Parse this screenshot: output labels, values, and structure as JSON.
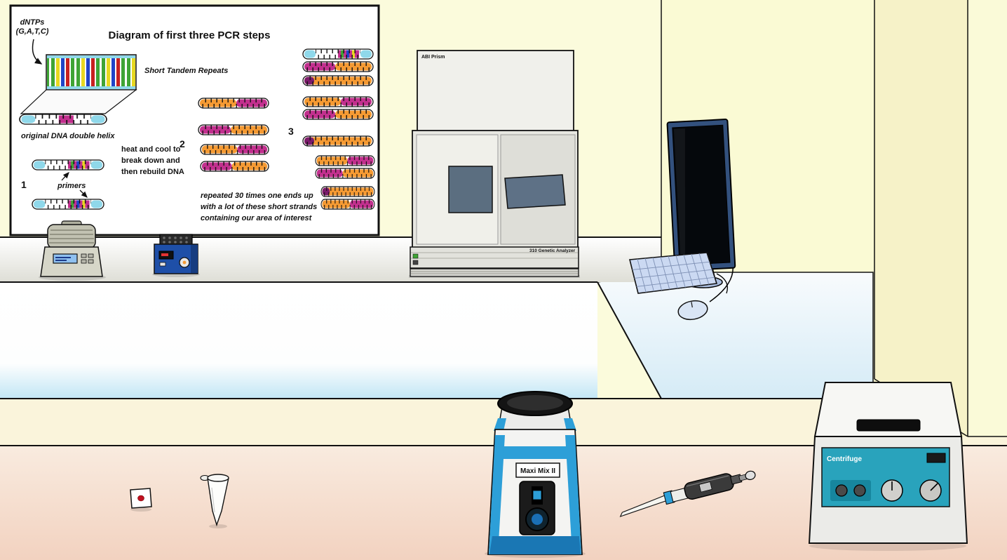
{
  "poster": {
    "title": "Diagram of first three PCR steps",
    "dntps": {
      "line1": "dNTPs",
      "line2": "(G,A,T,C)"
    },
    "labels": {
      "str": "Short Tandem Repeats",
      "original_helix": "original DNA double helix",
      "primers": "primers"
    },
    "steps": {
      "one": "1",
      "two": "2",
      "three": "3",
      "two_text": [
        "heat and cool to",
        "break down and",
        "then rebuild DNA"
      ],
      "three_text": [
        "repeated 30 times one ends up",
        "with a lot of these short strands",
        "containing our area of interest"
      ]
    }
  },
  "equipment": {
    "genetic_analyzer": {
      "brand": "ABI Prism",
      "model": "310 Genetic Analyzer"
    },
    "vortex_mixer": {
      "label": "Maxi Mix II"
    },
    "centrifuge": {
      "label": "Centrifuge"
    }
  },
  "colors": {
    "wall": "#FBFBDC",
    "wall_right": "#F6F2C8",
    "bench_blue": "#C2E6F5",
    "cream_band": "#FAF4DB",
    "floor_pink": "#F2D2C0",
    "teal_panel": "#29A3BC",
    "blue_accent": "#2D9FD8",
    "monitor_navy": "#33517E",
    "strand_orange": "#F59A33",
    "strand_magenta": "#C2308E",
    "strand_cyan": "#8FD8EA"
  }
}
